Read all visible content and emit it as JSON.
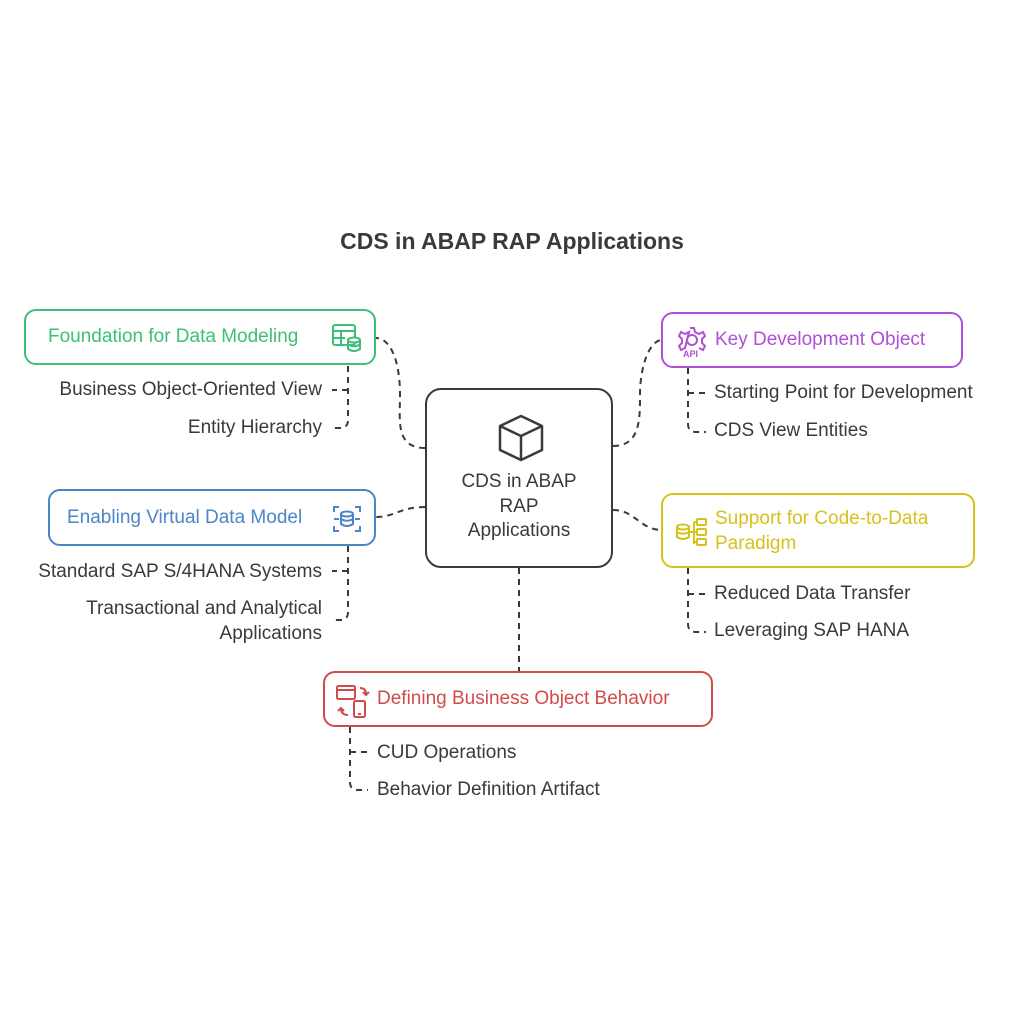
{
  "title": "CDS in ABAP RAP Applications",
  "center": {
    "label_line1": "CDS in ABAP",
    "label_line2": "RAP",
    "label_line3": "Applications",
    "icon": "cube-icon"
  },
  "nodes": {
    "foundation": {
      "label": "Foundation for Data Modeling",
      "color": "#3dbf7a",
      "icon": "table-database-icon",
      "items": [
        "Business Object-Oriented View",
        "Entity Hierarchy"
      ]
    },
    "virtual": {
      "label": "Enabling Virtual Data Model",
      "color": "#4a86c8",
      "icon": "database-scan-icon",
      "items": [
        "Standard SAP S/4HANA Systems",
        "Transactional and Analytical",
        "Applications"
      ]
    },
    "key": {
      "label": "Key Development Object",
      "color": "#b04fd8",
      "icon": "gear-api-icon",
      "items": [
        "Starting Point for Development",
        "CDS View Entities"
      ]
    },
    "support": {
      "label_line1": "Support for Code-to-Data",
      "label_line2": "Paradigm",
      "color": "#d6c21a",
      "icon": "hierarchy-database-icon",
      "items": [
        "Reduced Data Transfer",
        "Leveraging SAP HANA"
      ]
    },
    "behavior": {
      "label": "Defining Business Object Behavior",
      "color": "#d24b4b",
      "icon": "devices-sync-icon",
      "items": [
        "CUD Operations",
        "Behavior Definition Artifact"
      ]
    }
  }
}
